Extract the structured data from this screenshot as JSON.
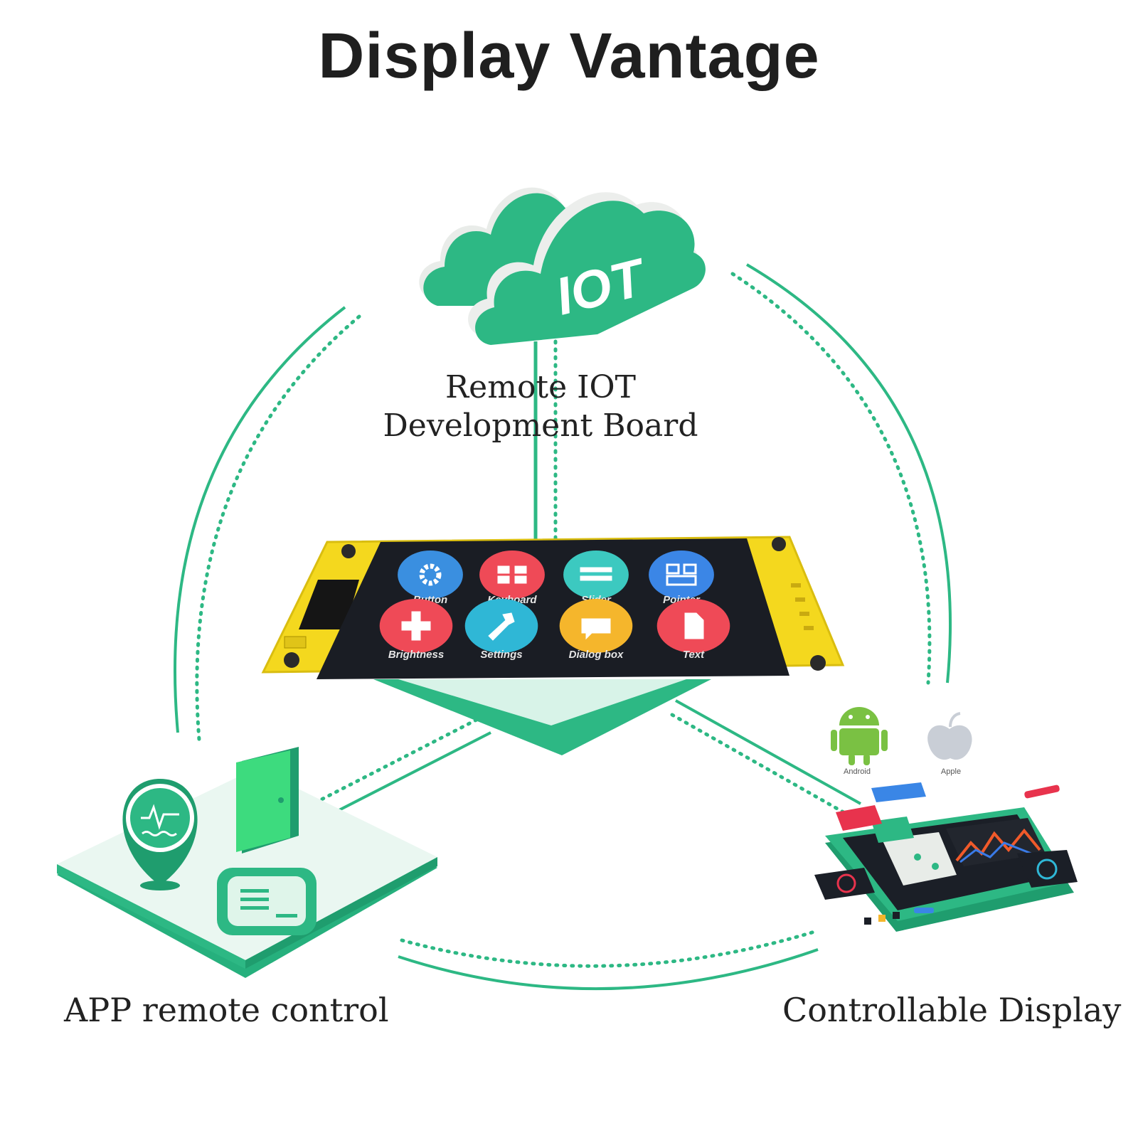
{
  "title": "Display Vantage",
  "cloud": {
    "text": "IOT"
  },
  "nodes": {
    "top": {
      "line1": "Remote IOT",
      "line2": "Development Board"
    },
    "left": {
      "label": "APP remote control"
    },
    "right": {
      "label": "Controllable Display"
    }
  },
  "board_screen": {
    "apps": [
      {
        "label": "Button",
        "color": "#3a8fe0",
        "icon": "gear-icon"
      },
      {
        "label": "Keyboard",
        "color": "#ef4a57",
        "icon": "keyboard-icon"
      },
      {
        "label": "Slider",
        "color": "#3cc9c0",
        "icon": "slider-icon"
      },
      {
        "label": "Pointer",
        "color": "#3b86e6",
        "icon": "pointer-icon"
      },
      {
        "label": "Brightness",
        "color": "#ef4a57",
        "icon": "brightness-icon"
      },
      {
        "label": "Settings",
        "color": "#2fb7d6",
        "icon": "wrench-icon"
      },
      {
        "label": "Dialog box",
        "color": "#f5b62c",
        "icon": "chat-bubble-icon"
      },
      {
        "label": "Text",
        "color": "#ef4a57",
        "icon": "document-icon"
      }
    ]
  },
  "platforms": [
    {
      "label": "Android",
      "icon": "android-icon"
    },
    {
      "label": "Apple",
      "icon": "apple-icon"
    }
  ],
  "colors": {
    "green": "#2db884",
    "dark_green": "#1f9d6e",
    "board_yellow": "#f4d81e",
    "screen": "#1a1d24"
  }
}
